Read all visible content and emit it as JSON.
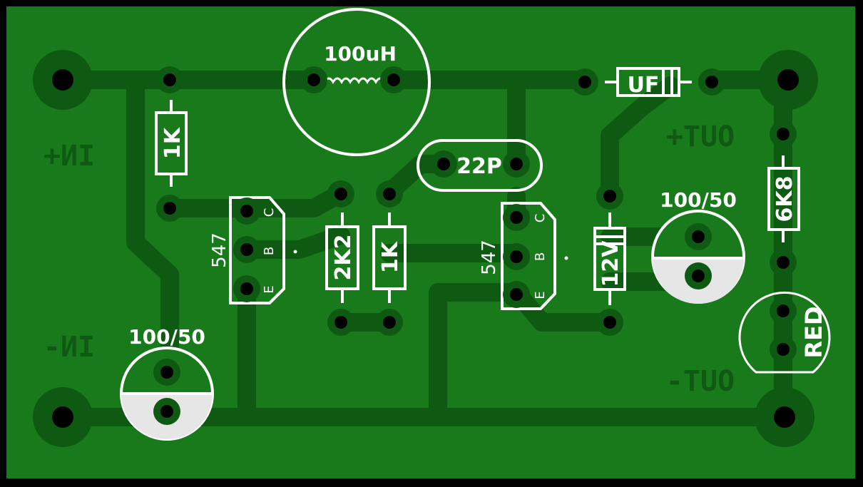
{
  "colors": {
    "board": "#197a1b",
    "copper": "#0f5a12",
    "silkscreen": "#ffffff",
    "drill": "#000000",
    "border": "#000000"
  },
  "labels": {
    "inductor": "100uH",
    "diode": "UF",
    "cap_22p": "22P",
    "r1": "1K",
    "r2": "2K2",
    "r3": "1K",
    "r4": "6K8",
    "zener": "12V",
    "cap_out": "100/50",
    "cap_in": "100/50",
    "transistor1": "547",
    "transistor2": "547",
    "pin_c": "C",
    "pin_b": "B",
    "pin_e": "E",
    "led": "RED"
  },
  "copper_text": {
    "in_plus": "IN+",
    "in_minus": "IN-",
    "out_plus": "OUT+",
    "out_minus": "OUT-"
  }
}
